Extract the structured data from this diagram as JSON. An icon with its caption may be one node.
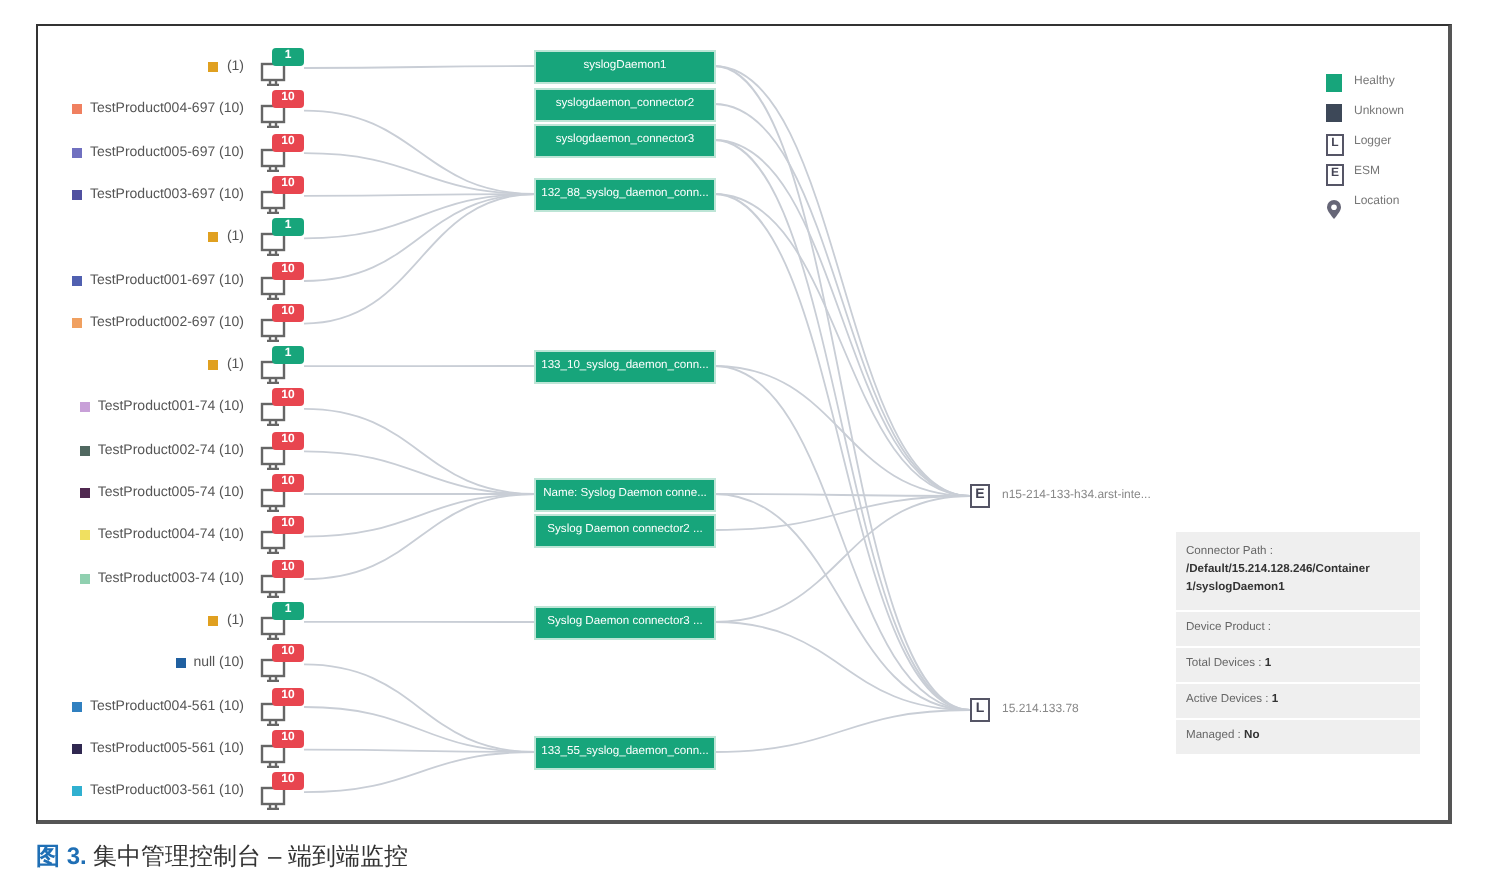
{
  "diagram": {
    "caption": "**图 3.** 集中管理控制台 – 端到端监控",
    "nodes": [
      {
        "text": [
          "(1)",
          "1"
        ]
      },
      {
        "text": [
          "TestProduct004-697 (10)",
          "10"
        ]
      },
      {
        "text": [
          "TestProduct005-697 (10)",
          "10"
        ]
      },
      {
        "text": [
          "TestProduct003-697 (10)",
          "10"
        ]
      },
      {
        "text": [
          "(1)",
          "1"
        ]
      },
      {
        "text": [
          "TestProduct001-697 (10)",
          "10"
        ]
      },
      {
        "text": [
          "TestProduct002-697 (10)",
          "10"
        ]
      },
      {
        "text": [
          "(1)",
          "1"
        ]
      },
      {
        "text": [
          "TestProduct001-74 (10)",
          "10"
        ]
      },
      {
        "text": [
          "TestProduct002-74 (10)",
          "10"
        ]
      },
      {
        "text": [
          "TestProduct005-74 (10)",
          "10"
        ]
      },
      {
        "text": [
          "TestProduct004-74 (10)",
          "10"
        ]
      },
      {
        "text": [
          "TestProduct003-74 (10)",
          "10"
        ]
      },
      {
        "text": [
          "(1)",
          "1"
        ]
      },
      {
        "text": [
          "null (10)",
          "10"
        ]
      },
      {
        "text": [
          "TestProduct004-561 (10)",
          "10"
        ]
      },
      {
        "text": [
          "TestProduct005-561 (10)",
          "10"
        ]
      },
      {
        "text": [
          "TestProduct003-561 (10)",
          "10"
        ]
      },
      {
        "text": [
          "syslogDaemon1"
        ]
      },
      {
        "text": [
          "syslogdaemon_connector2"
        ]
      },
      {
        "text": [
          "syslogdaemon_connector3"
        ]
      },
      {
        "text": [
          "132_88_syslog_daemon_conn..."
        ]
      },
      {
        "text": [
          "133_10_syslog_daemon_conn..."
        ]
      },
      {
        "text": [
          "Name: Syslog Daemon conne..."
        ]
      },
      {
        "text": [
          "Syslog Daemon connector2 ..."
        ]
      },
      {
        "text": [
          "Syslog Daemon connector3 ..."
        ]
      },
      {
        "text": [
          "133_55_syslog_daemon_conn..."
        ]
      },
      {
        "text": [
          "E"
        ],
        "beside": [
          "n15-214-133-h34.arst-inte..."
        ]
      },
      {
        "text": [
          "L"
        ],
        "beside": [
          "15.214.133.78"
        ]
      },
      {
        "text": [
          "Connector Path : **/Default/15.214.128.246/Container 1/syslogDaemon1**",
          "Device Product :",
          "Total Devices : **1**",
          "Active Devices : **1**",
          "Managed : **No**"
        ]
      }
    ],
    "edges": [
      {
        "from": 0,
        "to": 18,
        "arrow": "none"
      },
      {
        "from": 1,
        "to": 21,
        "arrow": "none"
      },
      {
        "from": 2,
        "to": 21,
        "arrow": "none"
      },
      {
        "from": 3,
        "to": 21,
        "arrow": "none"
      },
      {
        "from": 4,
        "to": 21,
        "arrow": "none"
      },
      {
        "from": 5,
        "to": 21,
        "arrow": "none"
      },
      {
        "from": 6,
        "to": 21,
        "arrow": "none"
      },
      {
        "from": 7,
        "to": 22,
        "arrow": "none"
      },
      {
        "from": 8,
        "to": 23,
        "arrow": "none"
      },
      {
        "from": 9,
        "to": 23,
        "arrow": "none"
      },
      {
        "from": 10,
        "to": 23,
        "arrow": "none"
      },
      {
        "from": 11,
        "to": 23,
        "arrow": "none"
      },
      {
        "from": 12,
        "to": 23,
        "arrow": "none"
      },
      {
        "from": 13,
        "to": 25,
        "arrow": "none"
      },
      {
        "from": 14,
        "to": 26,
        "arrow": "none"
      },
      {
        "from": 15,
        "to": 26,
        "arrow": "none"
      },
      {
        "from": 16,
        "to": 26,
        "arrow": "none"
      },
      {
        "from": 17,
        "to": 26,
        "arrow": "none"
      },
      {
        "from": 18,
        "to": 27,
        "arrow": "none"
      },
      {
        "from": 19,
        "to": 27,
        "arrow": "none"
      },
      {
        "from": 20,
        "to": 27,
        "arrow": "none"
      },
      {
        "from": 21,
        "to": 27,
        "arrow": "none"
      },
      {
        "from": 22,
        "to": 27,
        "arrow": "none"
      },
      {
        "from": 23,
        "to": 27,
        "arrow": "none"
      },
      {
        "from": 24,
        "to": 27,
        "arrow": "none"
      },
      {
        "from": 25,
        "to": 27,
        "arrow": "none"
      },
      {
        "from": 18,
        "to": 28,
        "arrow": "none"
      },
      {
        "from": 20,
        "to": 28,
        "arrow": "none"
      },
      {
        "from": 21,
        "to": 28,
        "arrow": "none"
      },
      {
        "from": 22,
        "to": 28,
        "arrow": "none"
      },
      {
        "from": 23,
        "to": 28,
        "arrow": "none"
      },
      {
        "from": 25,
        "to": 28,
        "arrow": "none"
      },
      {
        "from": 26,
        "to": 28,
        "arrow": "none"
      }
    ],
    "labels": [
      "L",
      "E"
    ],
    "legend": [
      {
        "text": "Healthy",
        "color": "#17a57b"
      },
      {
        "text": "Unknown",
        "color": "#3d4858"
      },
      {
        "text": "Logger"
      },
      {
        "text": "ESM"
      },
      {
        "text": "Location"
      }
    ]
  }
}
